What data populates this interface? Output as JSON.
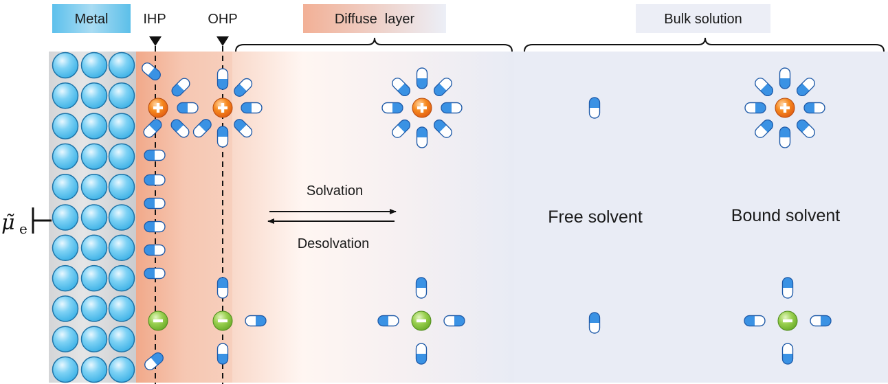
{
  "header": {
    "metal_label": "Metal",
    "ihp_label": "IHP",
    "ohp_label": "OHP",
    "diffuse_label": "Diffuse  layer",
    "bulk_label": "Bulk solution"
  },
  "arrows": {
    "forward_label": "Solvation",
    "reverse_label": "Desolvation"
  },
  "legend": {
    "free_solvent": "Free solvent",
    "bound_solvent": "Bound solvent"
  },
  "electrode": {
    "potential_symbol": "μ̃",
    "potential_subscript": "e"
  },
  "colors": {
    "metal_header": "#6cc4ea",
    "metal_atom": "#5ec3ee",
    "cation": "#f07020",
    "anion": "#8cc63f",
    "solvent_blue": "#3a92e4",
    "bulk_bg": "#e9ecf5",
    "ihp_region": "#f3b79d"
  }
}
